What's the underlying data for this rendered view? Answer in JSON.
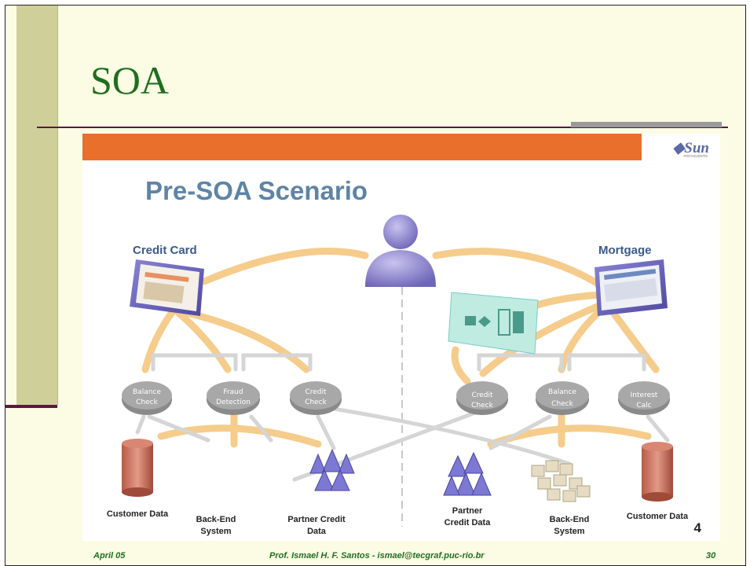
{
  "slide": {
    "title": "SOA",
    "footer": {
      "date": "April 05",
      "author": "Prof. Ismael H. F. Santos - ismael@tecgraf.puc-rio.br",
      "page": "30"
    }
  },
  "figure": {
    "title": "Pre-SOA Scenario",
    "logo": "Sun",
    "logo_sub": "microsystems",
    "left_app": "Credit Card",
    "right_app": "Mortgage",
    "page_number": "4",
    "services": {
      "balance_check": "Balance Check",
      "fraud_detection": "Fraud Detection",
      "credit_check": "Credit Check",
      "credit_check_r": "Credit Check",
      "balance_check_r": "Balance Check",
      "interest_calc": "Interest Calc"
    },
    "data_labels": {
      "customer_data_l": "Customer Data",
      "backend_l": "Back-End System",
      "partner_l": "Partner Credit Data",
      "partner_r": "Partner Credit Data",
      "backend_r": "Back-End System",
      "customer_data_r": "Customer Data"
    }
  }
}
